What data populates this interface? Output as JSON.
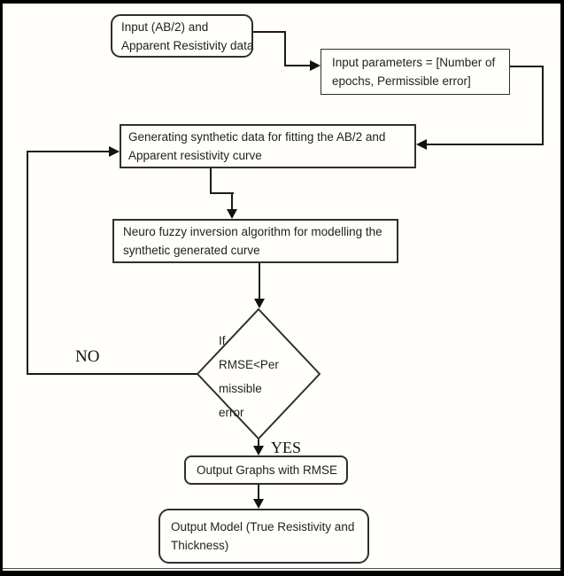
{
  "flowchart": {
    "nodes": {
      "input_data": {
        "shape": "rounded",
        "lines": [
          "Input (AB/2) and",
          "Apparent Resistivity data"
        ]
      },
      "input_params": {
        "shape": "rect",
        "lines": [
          "Input parameters = [Number of",
          "epochs, Permissible error]"
        ]
      },
      "generate": {
        "shape": "rect",
        "lines": [
          "Generating synthetic data for fitting the AB/2 and",
          "Apparent resistivity curve"
        ]
      },
      "inversion": {
        "shape": "rect",
        "lines": [
          "Neuro fuzzy inversion algorithm for modelling the",
          "synthetic generated curve"
        ]
      },
      "decision": {
        "shape": "diamond",
        "lines": [
          "If",
          "RMSE<Per",
          "missible",
          "error"
        ]
      },
      "output_graphs": {
        "shape": "rounded",
        "lines": [
          "Output Graphs with RMSE"
        ]
      },
      "output_model": {
        "shape": "rounded",
        "lines": [
          "Output Model (True Resistivity and",
          "Thickness)"
        ]
      }
    },
    "labels": {
      "no": "NO",
      "yes": "YES"
    },
    "colors": {
      "background": "#fffefa",
      "frame": "#000000",
      "box_border": "#2f2f2f",
      "connector": "#1a1a1a",
      "text": "#1f1f1f"
    }
  }
}
